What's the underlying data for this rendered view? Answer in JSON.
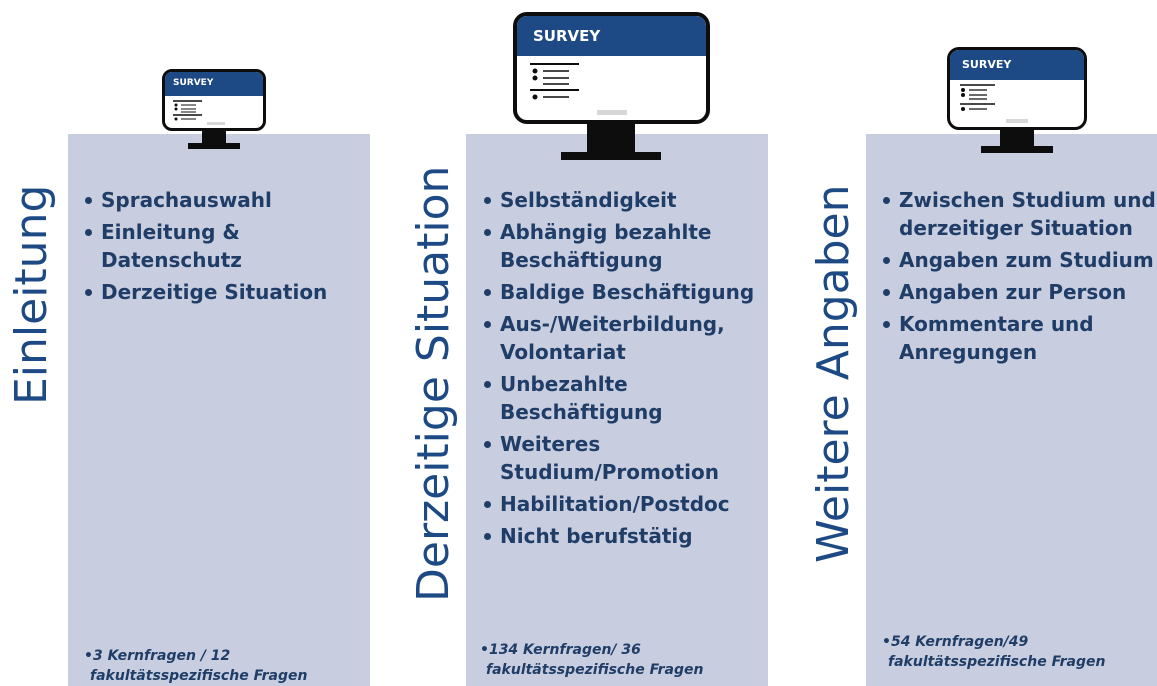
{
  "colors": {
    "panel": "#c8cee0",
    "title": "#1d4a85",
    "text": "#1f3d66",
    "survey_bar": "#1d4a85"
  },
  "monitor_label": "SURVEY",
  "sections": [
    {
      "title": "Einleitung",
      "items": [
        "Sprachauswahl",
        "Einleitung & Datenschutz",
        "Derzeitige Situation"
      ],
      "footnote": {
        "line1": "3 Kernfragen / 12",
        "line2": "fakultätsspezifische Fragen"
      }
    },
    {
      "title": "Derzeitige Situation",
      "items": [
        "Selbständigkeit",
        "Abhängig bezahlte Beschäftigung",
        "Baldige Beschäftigung",
        "Aus-/Weiterbildung, Volontariat",
        "Unbezahlte Beschäftigung",
        "Weiteres Studium/Promotion",
        "Habilitation/Postdoc",
        "Nicht berufstätig"
      ],
      "footnote": {
        "line1": "134 Kernfragen/ 36",
        "line2": "fakultätsspezifische Fragen"
      }
    },
    {
      "title": "Weitere Angaben",
      "items": [
        "Zwischen Studium und derzeitiger Situation",
        "Angaben zum Studium",
        "Angaben zur Person",
        "Kommentare und Anregungen"
      ],
      "footnote": {
        "line1": "54 Kernfragen/49",
        "line2": "fakultätsspezifische Fragen"
      }
    }
  ]
}
